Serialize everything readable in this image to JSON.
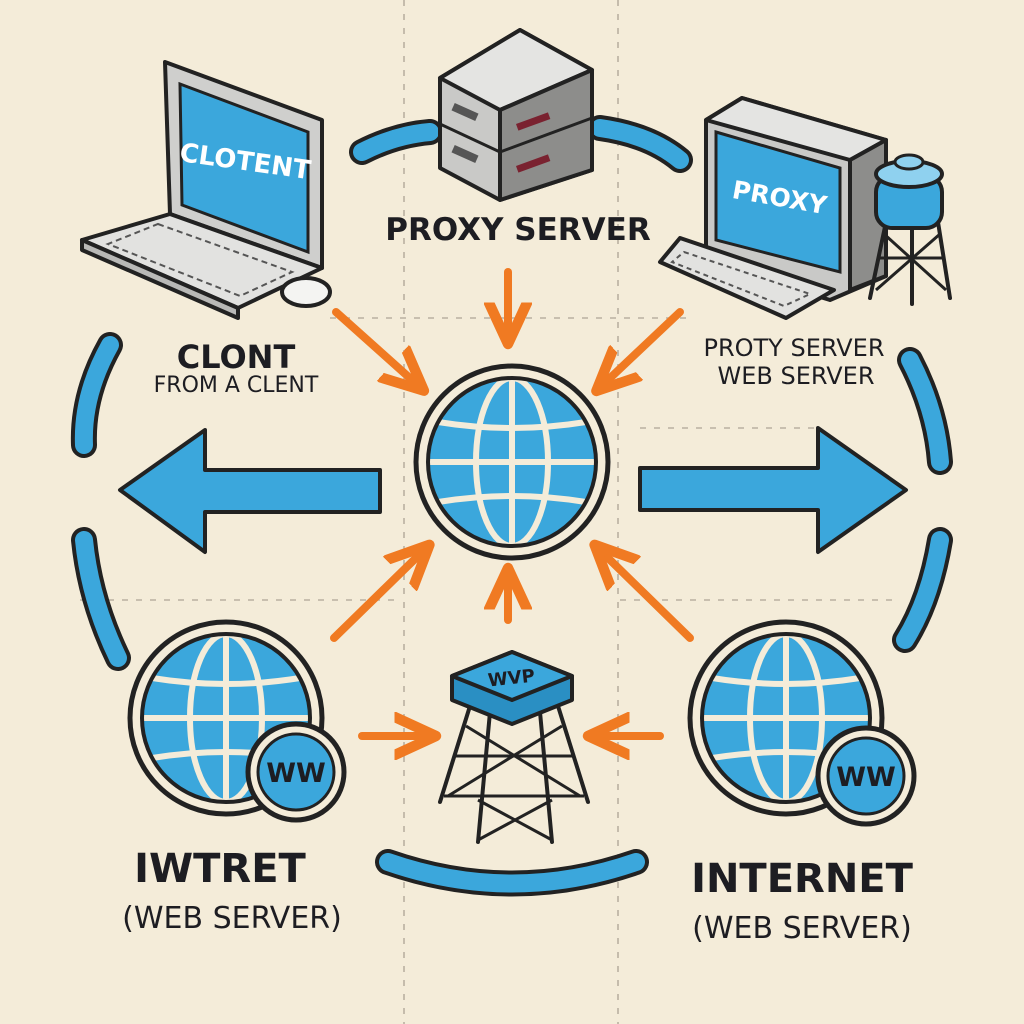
{
  "colors": {
    "background": "#f4ecd9",
    "accent_blue": "#3ba7dc",
    "arrow_orange": "#f07a22",
    "ink": "#222222",
    "device_gray": "#cfcfcd"
  },
  "icons": {
    "client_laptop": "laptop-icon",
    "proxy_server": "server-tower-icon",
    "proxy_desktop": "desktop-computer-icon",
    "water_tower": "water-tower-icon",
    "central_globe": "globe-icon",
    "left_web": "globe-www-icon",
    "right_web": "globe-www-icon",
    "center_node": "router-node-icon"
  },
  "nodes": {
    "client_laptop": {
      "screen_text": "CLOTENT"
    },
    "proxy_server": {
      "label": "PROXY SERVER"
    },
    "proxy_desktop": {
      "screen_text": "PROXY"
    },
    "client_label": {
      "title": "CLONT",
      "subtitle": "FROM A CLENT"
    },
    "proxy_web_label": {
      "line1": "PROTY SERVER",
      "line2": "WEB SERVER"
    },
    "left_internet": {
      "badge": "WW",
      "title": "IWTRET",
      "subtitle": "(WEB SERVER)"
    },
    "right_internet": {
      "badge": "WW",
      "title": "INTERNET",
      "subtitle": "(WEB SERVER)"
    },
    "center_node": {
      "badge": "WVP"
    }
  }
}
